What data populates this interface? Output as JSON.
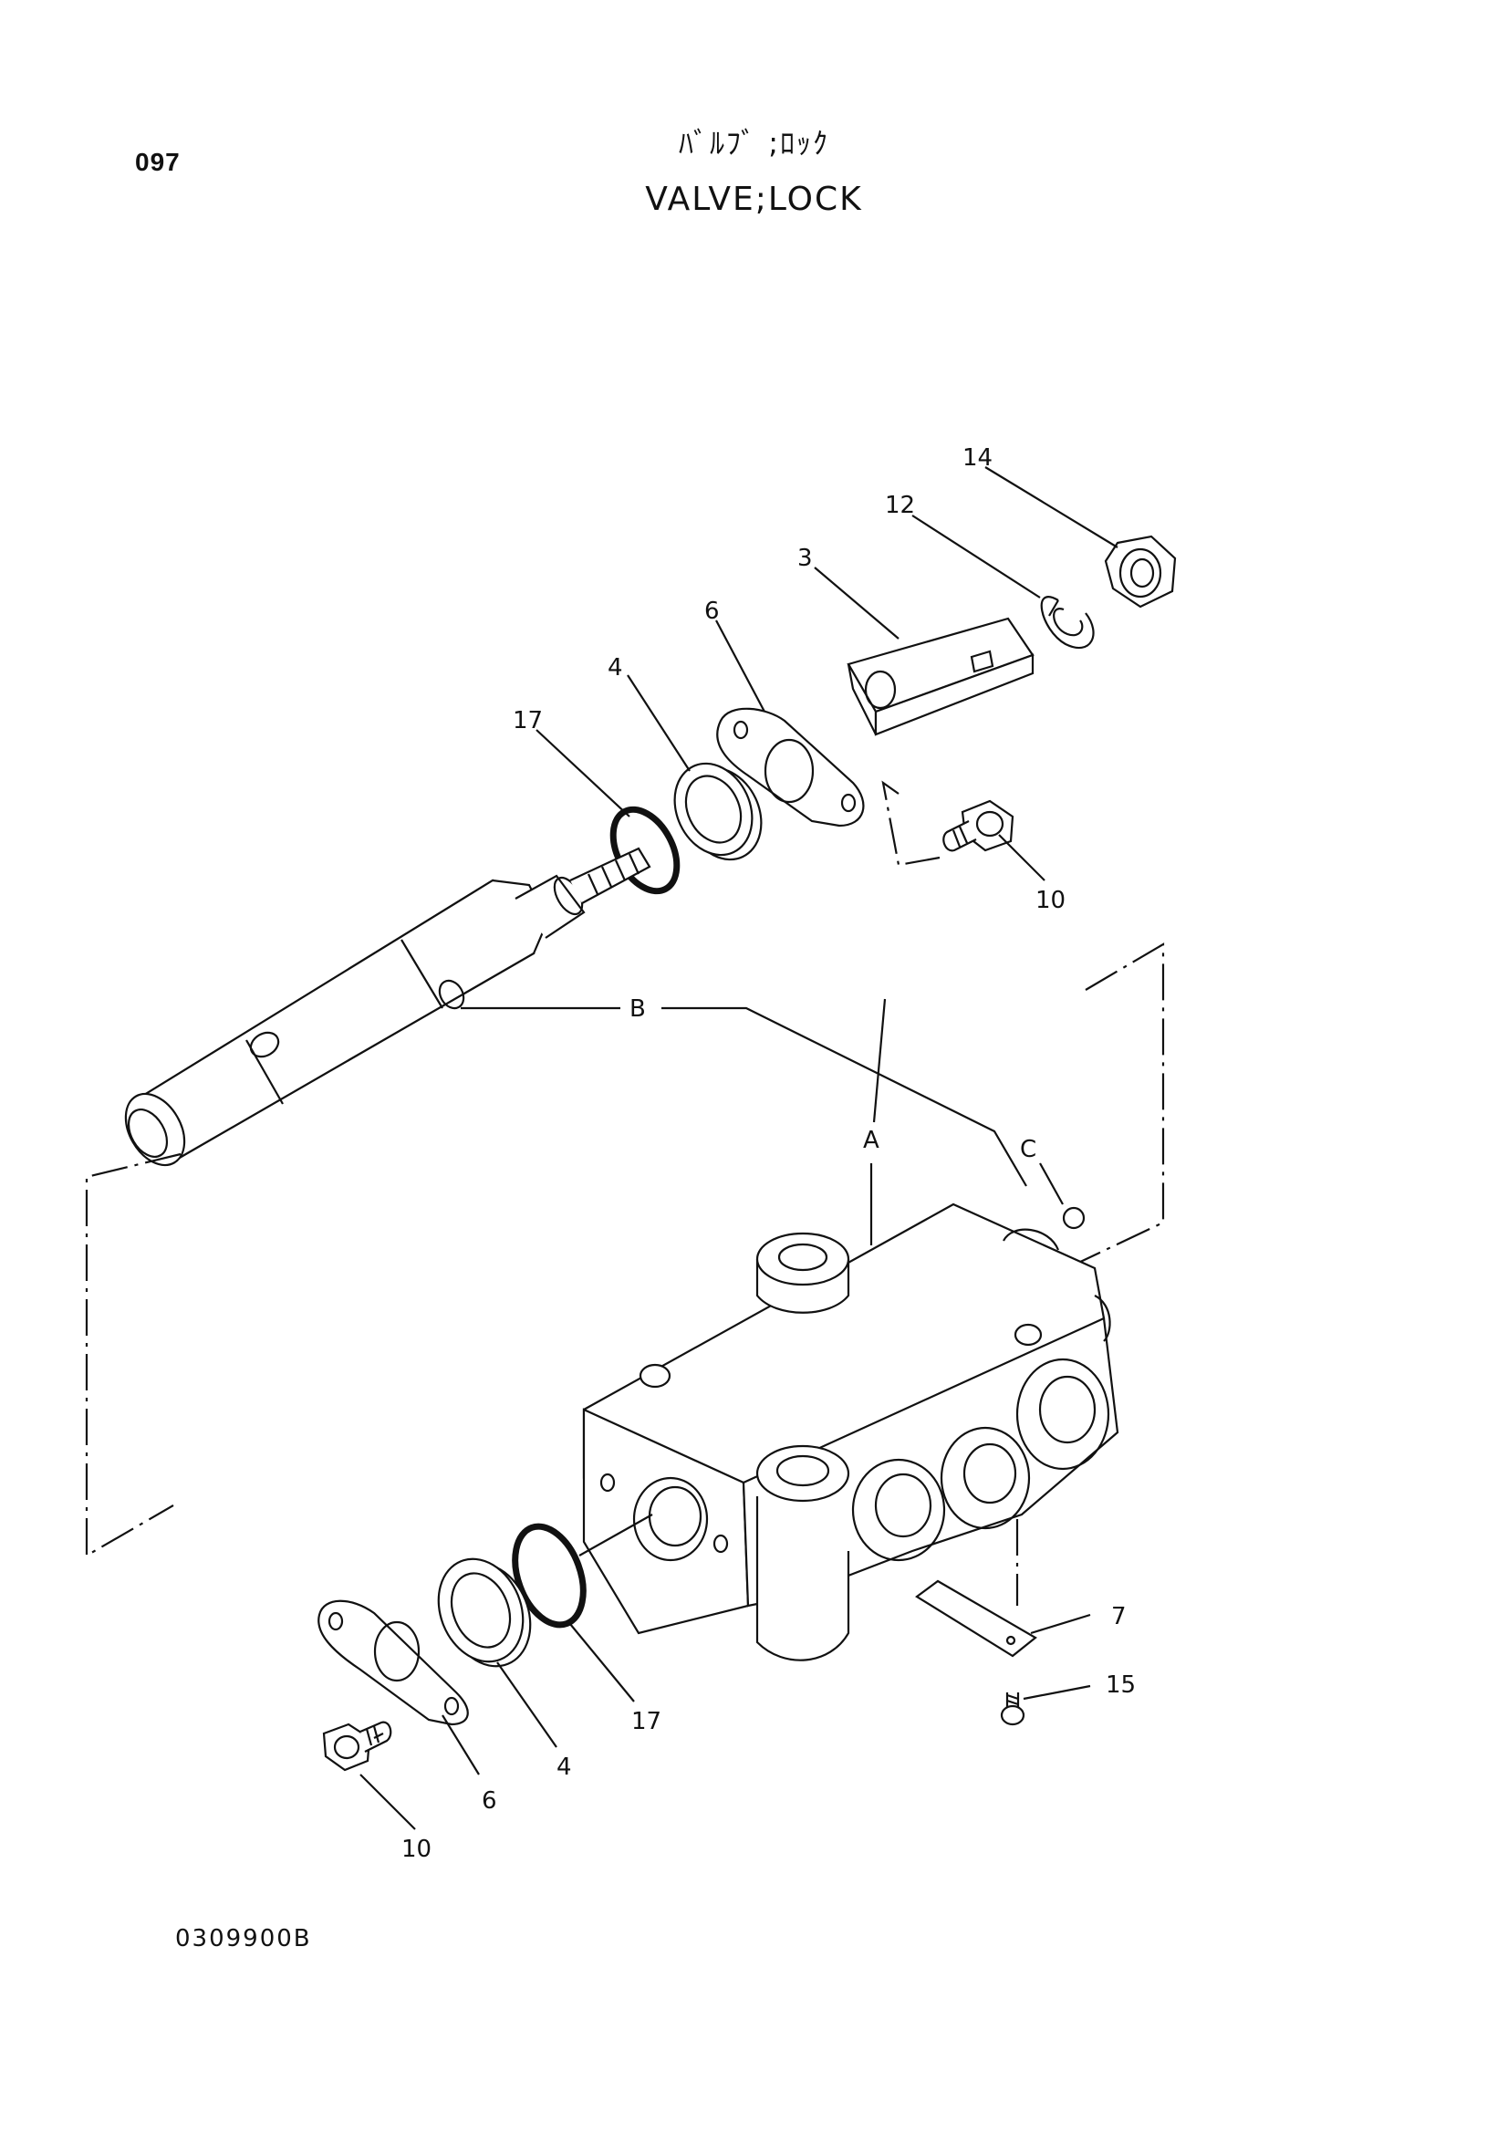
{
  "header": {
    "page_number": "097",
    "title_jp": "ﾊﾞﾙﾌﾞ ;ﾛｯｸ",
    "title_en": "VALVE;LOCK"
  },
  "footer": {
    "drawing_code": "0309900B"
  },
  "callouts": {
    "c14": "14",
    "c12": "12",
    "c3": "3",
    "c6_top": "6",
    "c4_top": "4",
    "c17_top": "17",
    "c10_top": "10",
    "cB": "B",
    "cA": "A",
    "cC": "C",
    "c7": "7",
    "c15": "15",
    "c17_bottom": "17",
    "c4_bottom": "4",
    "c6_bottom": "6",
    "c10_bottom": "10"
  }
}
